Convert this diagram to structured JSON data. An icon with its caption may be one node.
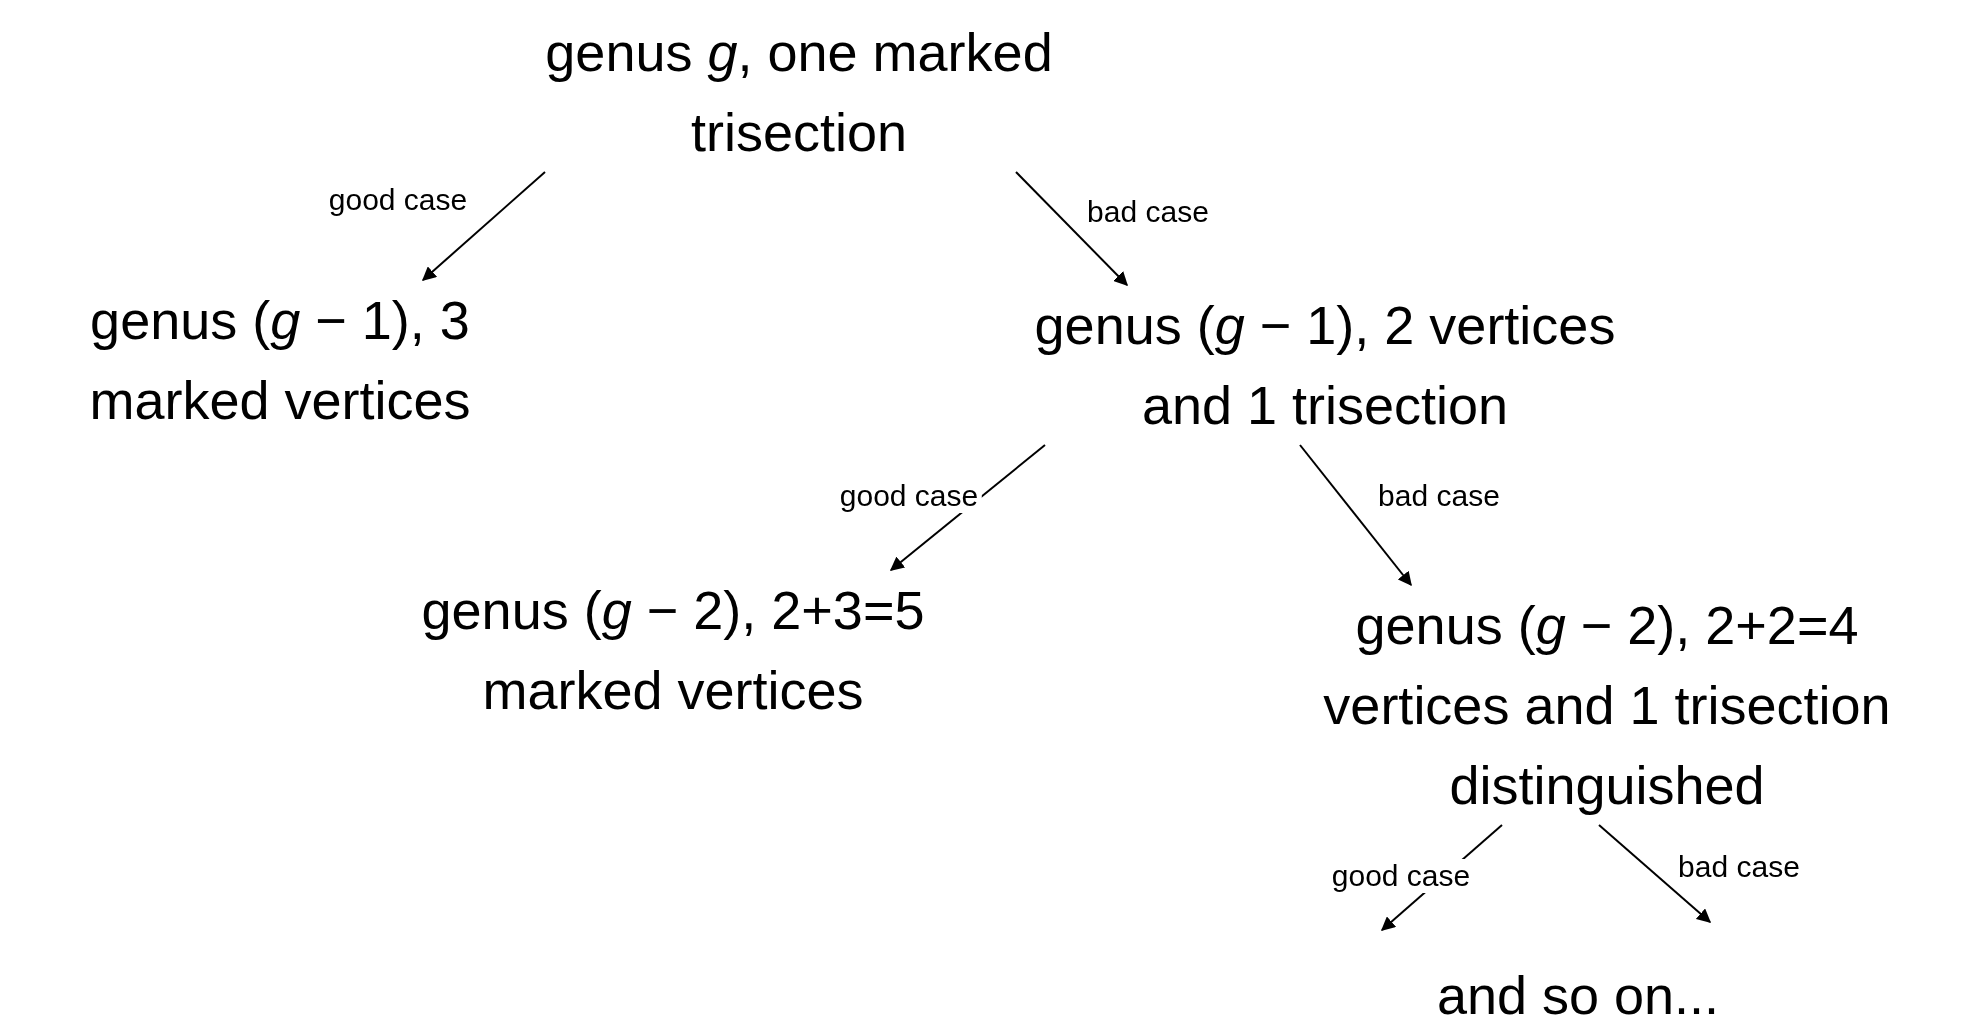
{
  "diagram": {
    "nodes": [
      {
        "text": [
          "genus *g*, one marked trisection"
        ]
      },
      {
        "text": [
          "genus (*g* − 1), 3 marked vertices"
        ]
      },
      {
        "text": [
          "genus (*g* − 1), 2 vertices and 1 trisection"
        ]
      },
      {
        "text": [
          "genus (*g* − 2), 2+3=5 marked vertices"
        ]
      },
      {
        "text": [
          "genus (*g* − 2), 2+2=4 vertices and 1 trisection distinguished"
        ]
      }
    ],
    "edges": [
      {
        "from": 0,
        "to": 1,
        "arrow": "to",
        "label": "good case"
      },
      {
        "from": 0,
        "to": 2,
        "arrow": "to",
        "label": "bad case"
      },
      {
        "from": 2,
        "to": 3,
        "arrow": "to",
        "label": "good case"
      },
      {
        "from": 2,
        "to": 4,
        "arrow": "to",
        "label": "bad case"
      },
      {
        "from": 4,
        "to": null,
        "arrow": "to",
        "label": "good case"
      },
      {
        "from": 4,
        "to": null,
        "arrow": "to",
        "label": "bad case"
      }
    ],
    "labels": [
      "and so on..."
    ]
  }
}
